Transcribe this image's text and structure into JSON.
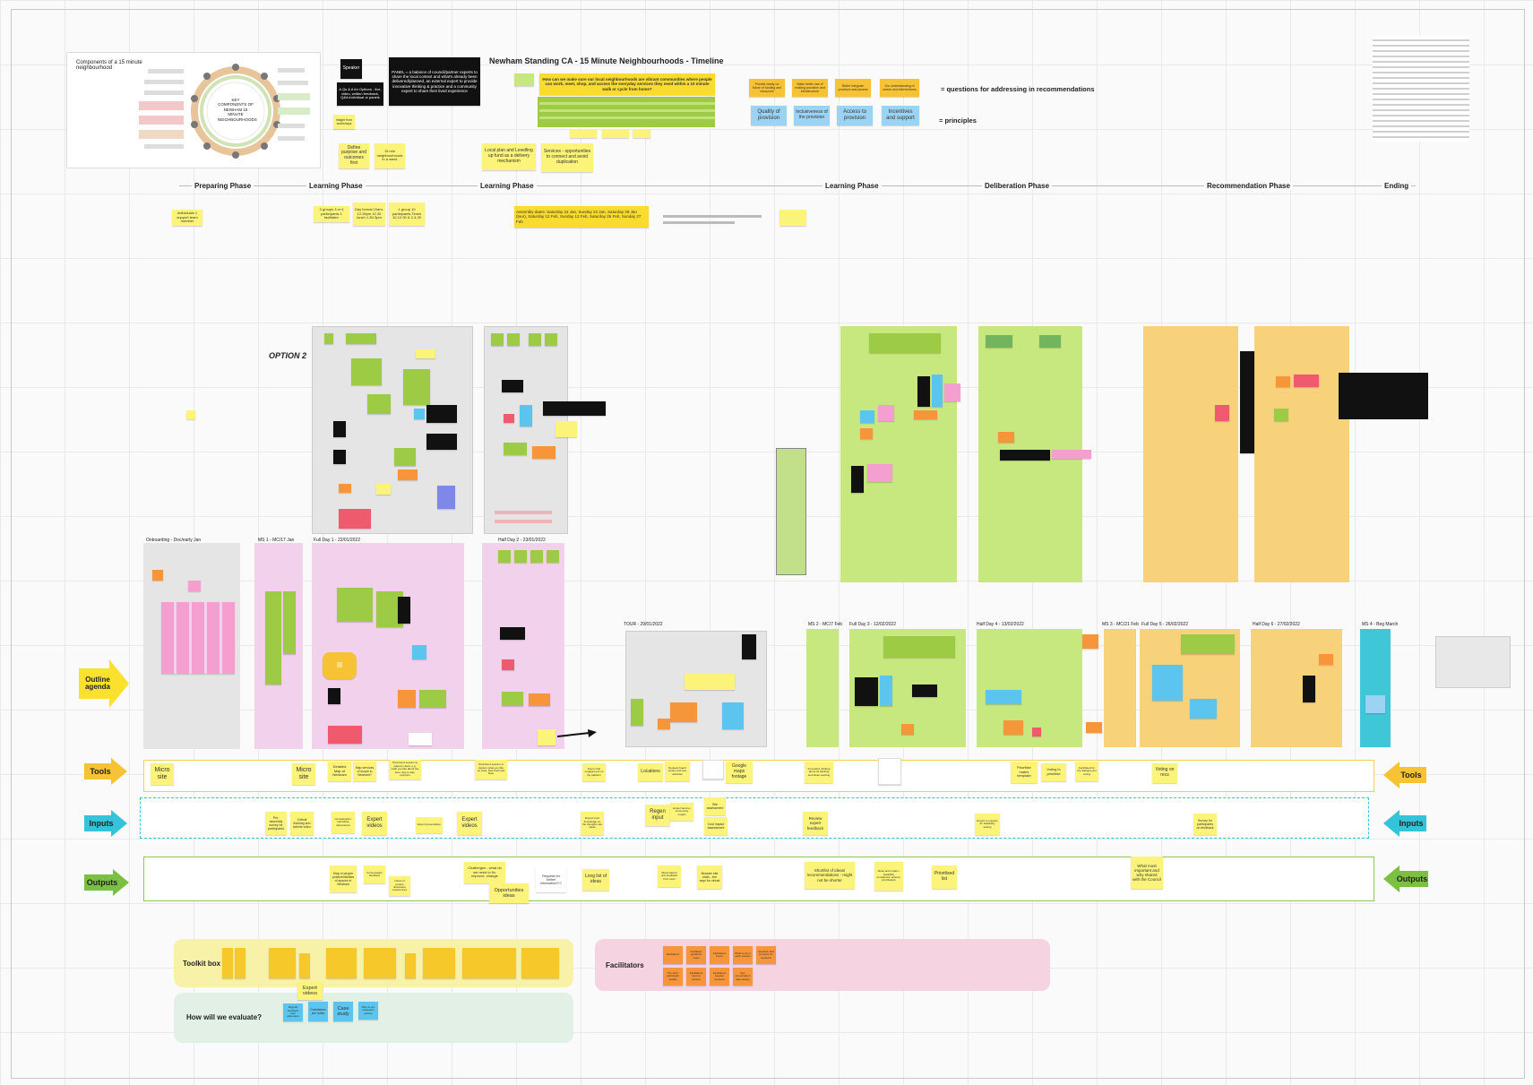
{
  "board": {
    "title": "Newham Standing CA - 15 Minute Neighbourhoods - Timeline",
    "components_card_title": "Components of a 15 minute neighbourhood",
    "components_center": "KEY COMPONENTS OF NEWHAM 15 MINUTE NEIGHBOURHOODS",
    "option_label": "OPTION 2",
    "speaker_label": "Speaker",
    "panel_note": "PANEL = a balance of council/partner experts to share the local context and what's already been delivered/planned, an external expert to provide innovative thinking & practice and a community expert to share their lived experience",
    "qa_note": "A Qs & A for Options - live, video, written feedback, Q&A individual or panels",
    "legend_questions": "= questions for addressing in recommendations",
    "legend_principles": "= principles",
    "question_notes": [
      "Provide clarity on future of funding and resources",
      "Make better use of existing provision and infrastructure",
      "Better integrate provision and access",
      "Our understanding of needs and interventions"
    ],
    "principle_notes": [
      "Quality of provision",
      "Inclusiveness of the provision",
      "Access to provision",
      "Incentives and support"
    ],
    "headline_note": "How can we make sure our local neighbourhoods are vibrant communities where people can work, meet, shop, and access the everyday services they need within a 10 minute walk or cycle from home?",
    "assembly_dates": "Assembly dates: Saturday 22 Jan, Sunday 23 Jan, Saturday 29 Jan (tour), Saturday 12 Feb, Sunday 13 Feb, Saturday 26 Feb, Sunday 27 Feb",
    "learning_notes": [
      "Local plan and Levelling up fund as a delivery mechanism",
      "Services - opportunities to connect and avoid duplication"
    ],
    "define_notes": [
      "Define purpose and outcomes first",
      "15 min neighbourhoods in a week"
    ],
    "insight_note": "Insight from workshops",
    "individuals_note": "Individuals 1 support team member",
    "group_notes": [
      "3 groups 3 or 4 participants 1 facilitator",
      "Day format 10am-12.30pm 12.30 lunch 1.30-3pm",
      "1 group 10 participants Times 10-12.30 & 2-4.30"
    ]
  },
  "phases": [
    "Preparing Phase",
    "Learning Phase",
    "Learning Phase",
    "Learning Phase",
    "Deliberation Phase",
    "Recommendation Phase",
    "Ending"
  ],
  "sessions": [
    "Onboarding - Doc/early Jan",
    "MS 1 - MC/17 Jan",
    "Full Day 1 - 22/01/2022",
    "Half Day 2 - 23/01/2022",
    "TOUR - 29/01/2022",
    "MS 2 - MC/7 Feb",
    "Full Day 3 - 12/02/2022",
    "Half Day 4 - 13/02/2022",
    "MS 3 - MC/21 Feb",
    "Full Day 5 - 26/02/2022",
    "Half Day 6 - 27/02/2022",
    "MS 4 - Beg March"
  ],
  "rows": {
    "outline": "Outline agenda",
    "tools": "Tools",
    "inputs": "Inputs",
    "outputs": "Outputs"
  },
  "tools_notes": [
    "Micro site",
    "Micro site",
    "Detailed Map of Newham",
    "Map services of scope in Newham?",
    "Structured session to capture views, e.g. what you like about the area, day-to-day, opinions",
    "Structured session to capture what you like on area, their feed and likes",
    "Zoom chat engagement on the platform",
    "Locations",
    "Request board review and tour activities",
    "Google maps footage",
    "Innovative thinking about its backing and ideas working",
    "Prioritise matrix template",
    "Voting to prioritise",
    "Facilitated for the dialogue dot voting",
    "Voting on recs"
  ],
  "inputs_notes": [
    "Pre-assembly survey for participants",
    "Critical thinking and talents video",
    "Consideration: hybrid/live discussions",
    "Expert videos",
    "Expert presentation",
    "Expert videos",
    "Expert local knowledge on the thoughts site ideas",
    "Regen input",
    "Expert feed on community impact",
    "Site assessment",
    "Cost impact assessment",
    "Review expert feedback",
    "Expert to prepare for feasibility testing",
    "Survey for participants on feedback"
  ],
  "outputs_notes": [
    "Map of people positive/dislikes of spaces in Newham",
    "Conversation feedback",
    "Notes of people discussion experiences",
    "Challenges - what do we need to fix, improve, change",
    "Opportunities ideas",
    "Requests for further information???",
    "Long list of ideas",
    "Observations and feedback from tours",
    "Broader site visits - live says for virtual",
    "Shortlist of ideas/ recommendations - might not be shorter",
    "Ideas and impact - feasibility considered, actions, prioritisation",
    "Prioritised list",
    "What most important and why shared with the Council"
  ],
  "toolkit": {
    "label": "Toolkit box",
    "expert": "Expert videos"
  },
  "evaluate": {
    "label": "How will we evaluate?",
    "notes": [
      "Regular feedback from attendees",
      "Facilitators are notes",
      "Case study",
      "Who is our evaluation partner"
    ]
  },
  "facilitators": {
    "label": "Facilitators",
    "notes": [
      "Facilitators",
      "Facilitator guidance notes",
      "Facilitators forms",
      "What to do in each session",
      "Question and prompts for sessions",
      "Pre-brief participant details",
      "Facilitators input to session",
      "Facilitators support sessions",
      "Key conversation take-aways"
    ]
  },
  "colors": {
    "yellow": "#fcf47a",
    "green": "#9ecb46",
    "orange": "#f6953a",
    "blue": "#5bc5f0",
    "pink": "#f59fd0",
    "black": "#111111",
    "arrow_yellow": "#f9dc2d",
    "arrow_teal": "#34c3d8",
    "arrow_green": "#7cc043"
  }
}
